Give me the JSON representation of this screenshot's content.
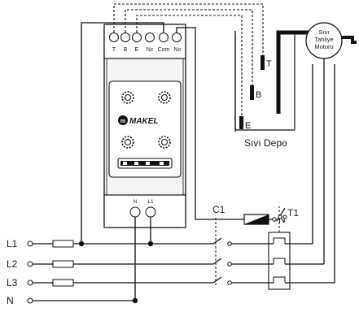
{
  "relay": {
    "terminals": [
      "T",
      "B",
      "E",
      "Nc",
      "Com",
      "No"
    ],
    "power_terminals": [
      "N",
      "L1"
    ],
    "brand": "MAKEL"
  },
  "tank": {
    "label": "Sıvı Depo",
    "probes": [
      "T",
      "B",
      "E"
    ]
  },
  "motor": {
    "label_lines": [
      "Sıvı",
      "Tahliye",
      "Motoru"
    ]
  },
  "contactor": {
    "label": "C1",
    "coil_neutral": "N"
  },
  "thermal": {
    "label": "T1"
  },
  "lines": [
    "L1",
    "L2",
    "L3",
    "N"
  ],
  "colors": {
    "wire": "#111111",
    "panel": "#f2f2f2",
    "probe": "#1a1a1a"
  }
}
